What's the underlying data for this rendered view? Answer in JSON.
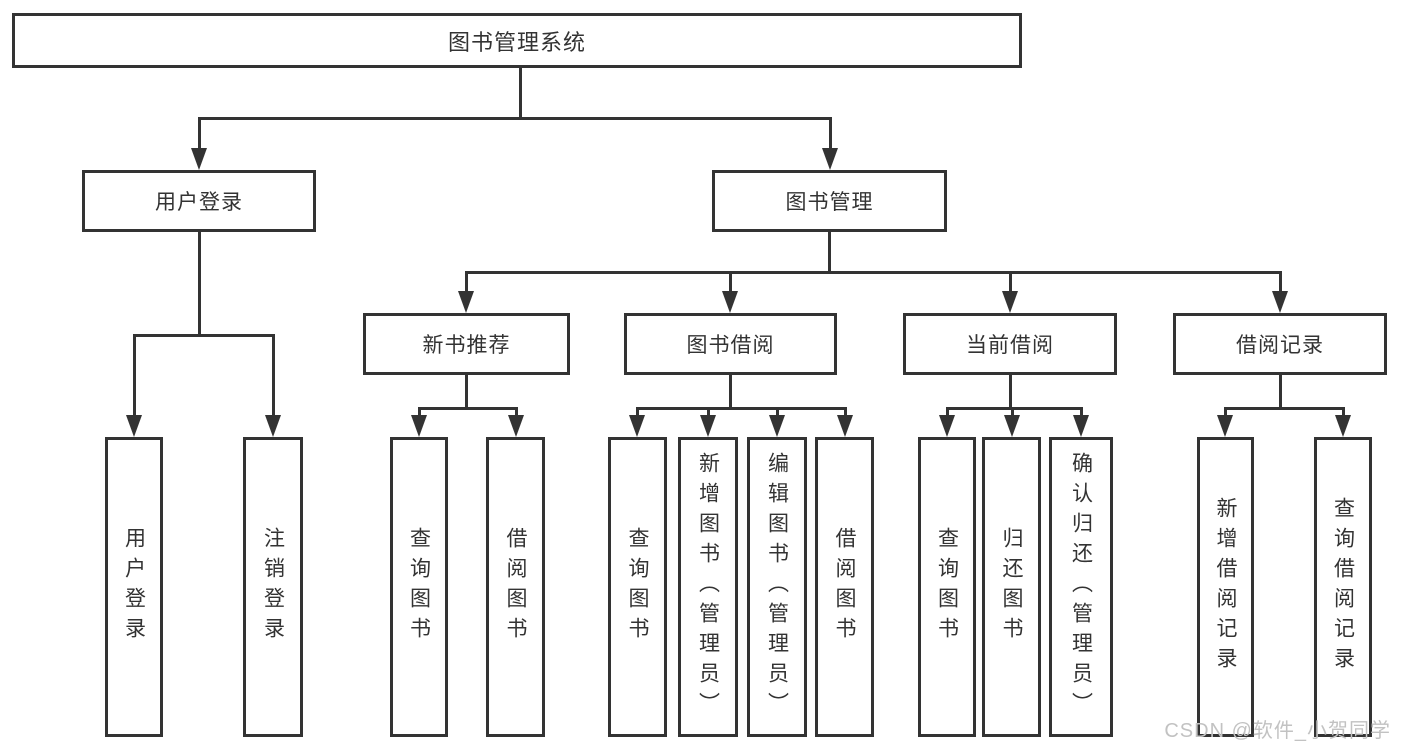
{
  "tree": {
    "root": "图书管理系统",
    "branches": [
      {
        "label": "用户登录",
        "children": [
          "用户登录",
          "注销登录"
        ]
      },
      {
        "label": "图书管理",
        "sections": [
          {
            "label": "新书推荐",
            "children": [
              "查询图书",
              "借阅图书"
            ]
          },
          {
            "label": "图书借阅",
            "children": [
              "查询图书",
              "新增图书（管理员）",
              "编辑图书（管理员）",
              "借阅图书"
            ]
          },
          {
            "label": "当前借阅",
            "children": [
              "查询图书",
              "归还图书",
              "确认归还（管理员）"
            ]
          },
          {
            "label": "借阅记录",
            "children": [
              "新增借阅记录",
              "查询借阅记录"
            ]
          }
        ]
      }
    ]
  },
  "watermark": "CSDN @软件_小贺同学",
  "colors": {
    "line": "#333333",
    "text": "#333333",
    "watermark": "#c2c2c2",
    "background": "#ffffff"
  }
}
